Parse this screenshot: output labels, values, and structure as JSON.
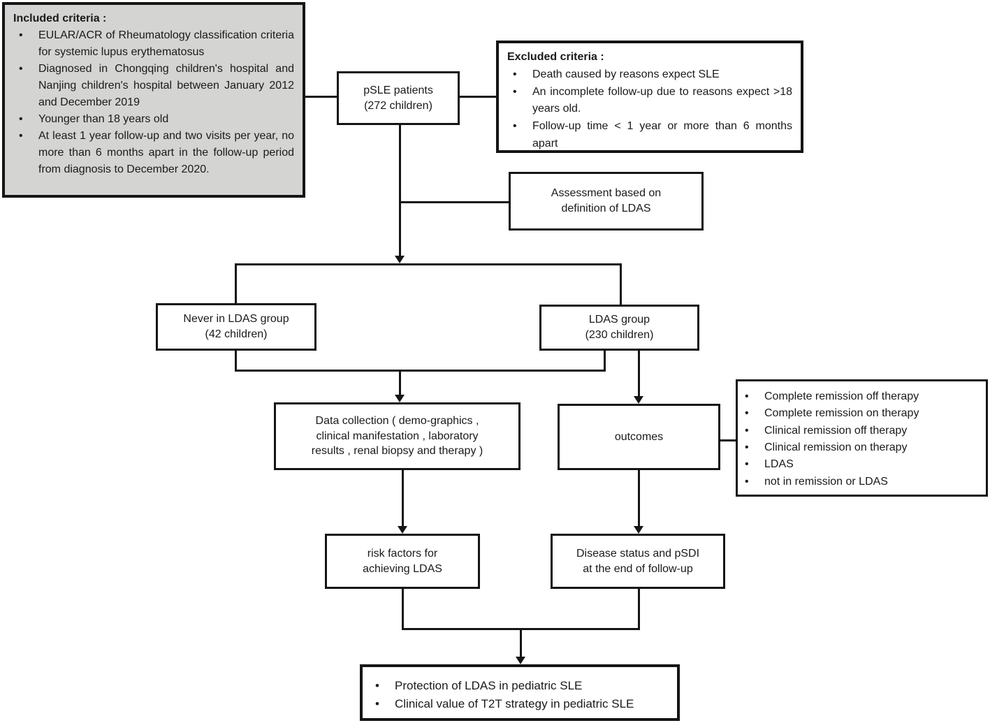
{
  "figure": {
    "type": "study-flowchart",
    "topic": "pSLE LDAS study flow diagram"
  },
  "colors": {
    "box_border": "#151515",
    "line": "#151515",
    "included_box_bg": "#d4d4d2",
    "box_bg": "#ffffff"
  },
  "included": {
    "title": "Included criteria :",
    "items": [
      "EULAR/ACR of Rheumatology classification criteria for systemic lupus erythematosus",
      "Diagnosed in Chongqing children's hospital and Nanjing children's hospital between January 2012 and December 2019",
      "Younger than 18 years old",
      "At least 1 year follow-up and two visits per year, no more than 6 months apart in the follow-up period from diagnosis to December 2020."
    ]
  },
  "excluded": {
    "title": "Excluded criteria :",
    "items": [
      "Death caused by reasons expect SLE",
      "An incomplete follow-up due to reasons expect >18 years old.",
      "Follow-up time < 1 year or more than 6 months apart"
    ]
  },
  "nodes": {
    "psle": "pSLE patients\n(272 children)",
    "assessment": "Assessment based on\ndefinition of LDAS",
    "never_ldas": "Never in LDAS group\n(42 children)",
    "ldas": "LDAS group\n(230 children)",
    "data_collection": "Data collection ( demo-graphics ,\nclinical manifestation , laboratory\nresults , renal biopsy and therapy )",
    "outcomes": "outcomes",
    "risk_factors": "risk factors for\nachieving LDAS",
    "disease_status": "Disease status and pSDI\nat the end of follow-up"
  },
  "outcome_definitions": {
    "items": [
      "Complete remission off therapy",
      "Complete remission on therapy",
      "Clinical remission off therapy",
      "Clinical remission on therapy",
      "LDAS",
      "not in remission or LDAS"
    ]
  },
  "conclusions": {
    "items": [
      "Protection of LDAS in pediatric SLE",
      "Clinical value of T2T strategy in pediatric SLE"
    ]
  }
}
